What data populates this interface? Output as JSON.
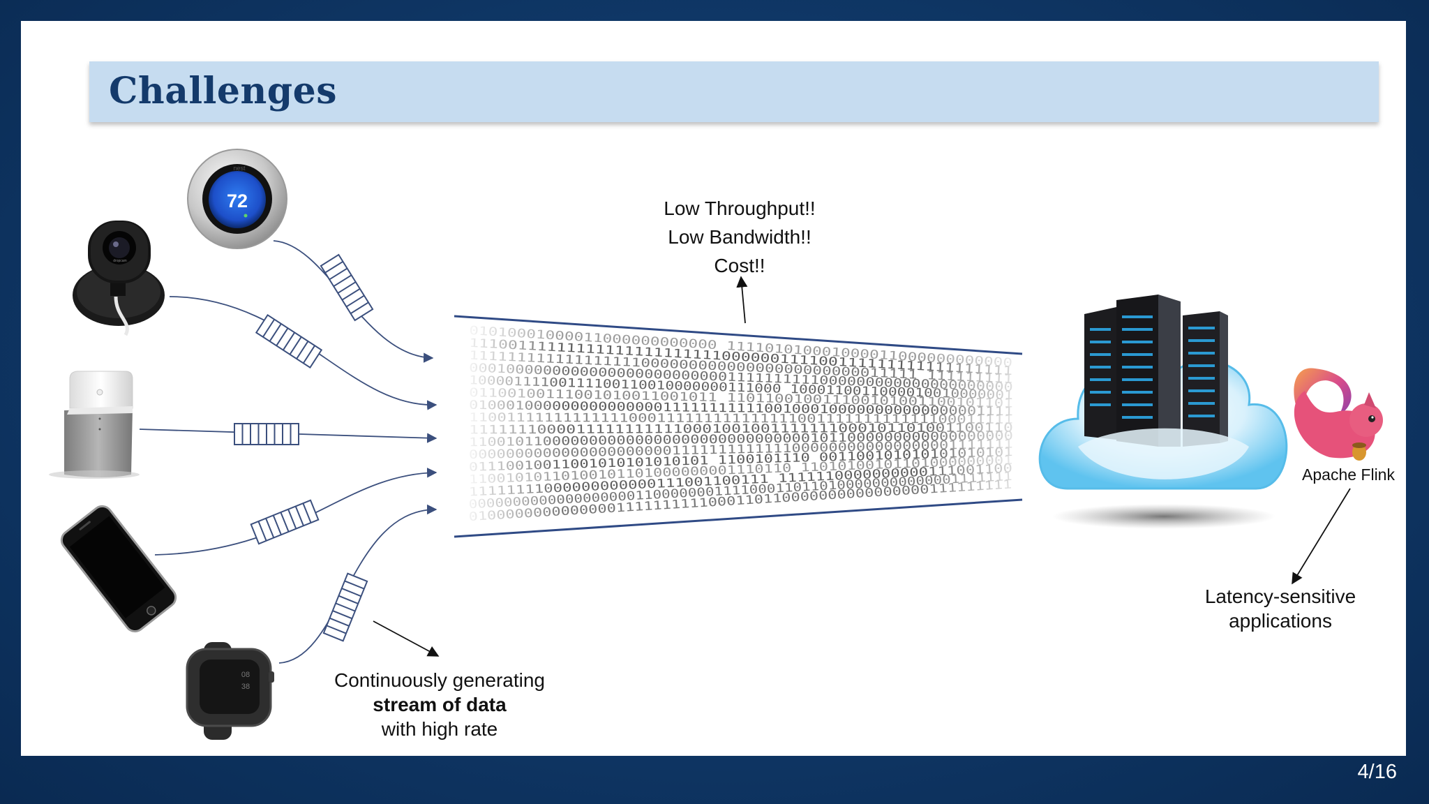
{
  "slide": {
    "title": "Challenges",
    "page_number": "4/16"
  },
  "labels": {
    "issues": [
      "Low Throughput!!",
      "Low Bandwidth!!",
      "Cost!!"
    ],
    "stream": {
      "line1": "Continuously generating",
      "line2_bold": "stream of data",
      "line3": "with high rate"
    },
    "flink": "Apache Flink",
    "latency": [
      "Latency-sensitive",
      "applications"
    ],
    "thermostat_temp": "72",
    "thermostat_brand": "nest"
  },
  "devices": [
    "thermostat-icon",
    "camera-icon",
    "smart-speaker-icon",
    "smartphone-icon",
    "smartwatch-icon"
  ],
  "binary_rows": [
    "01010001000011000000000000  111101010001000011000000000000",
    "11100111111111111111111111000000111100111111111111111111",
    "11111111111111111100000000000000000000000011111    111111111",
    "00010000000000000000000000001111111111000000000000000000000",
    "10000111100111100110010000000111000  1000110011000010010000001",
    "01100100111001010011001011   110110010011100101001100101101",
    "01000100000000000000011111111111001000100000000000000001111",
    "1100111111111111100011111111111111100111111111111100011111",
    "11111110000111111111110001001001111111000101101001100110",
    "11001011000000000000000000000000000001011000000000000000000",
    "00000000000000000000001111111111111000000000000000001111111",
    "01110010011001010101010101 1100101110  001100101010101010101",
    "11001010110100101101000000001110110   11010100101101000000001",
    "11111111000000000000111001100111   1111110000000000111001100",
    "00000000000000000001100000001111000110110100000000000001111111",
    "01000000000000001111111111000110110000000000000000111111111"
  ],
  "colors": {
    "background": "#0f3766",
    "title_bar": "#c6dcf0",
    "title_text": "#143a6b",
    "line": "#3b4f7d"
  }
}
